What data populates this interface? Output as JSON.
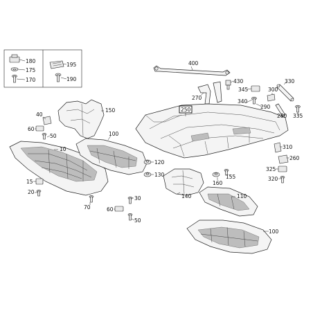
{
  "callouts": {
    "c180": "180",
    "c175": "175",
    "c170": "170",
    "c195": "195",
    "c190": "190",
    "c400": "400",
    "c430": "430",
    "c345": "345",
    "c330": "330",
    "c300": "300",
    "c340": "340",
    "c290": "290",
    "c280": "280",
    "c335": "335",
    "c270": "270",
    "c250": "250",
    "c150": "150",
    "c40": "40",
    "c60a": "60",
    "c50a": "50",
    "c100a": "100",
    "c10": "10",
    "c120": "120",
    "c130": "130",
    "c15": "15",
    "c20": "20",
    "c70": "70",
    "c30": "30",
    "c60b": "60",
    "c50b": "50",
    "c140": "140",
    "c160": "160",
    "c155": "155",
    "c110": "110",
    "c100b": "100",
    "c310": "310",
    "c260": "260",
    "c325": "325",
    "c320": "320"
  },
  "highlighted_callout": "250",
  "colors": {
    "line": "#222222",
    "fill": "#f4f4f4",
    "highlight_border": "#000000"
  }
}
